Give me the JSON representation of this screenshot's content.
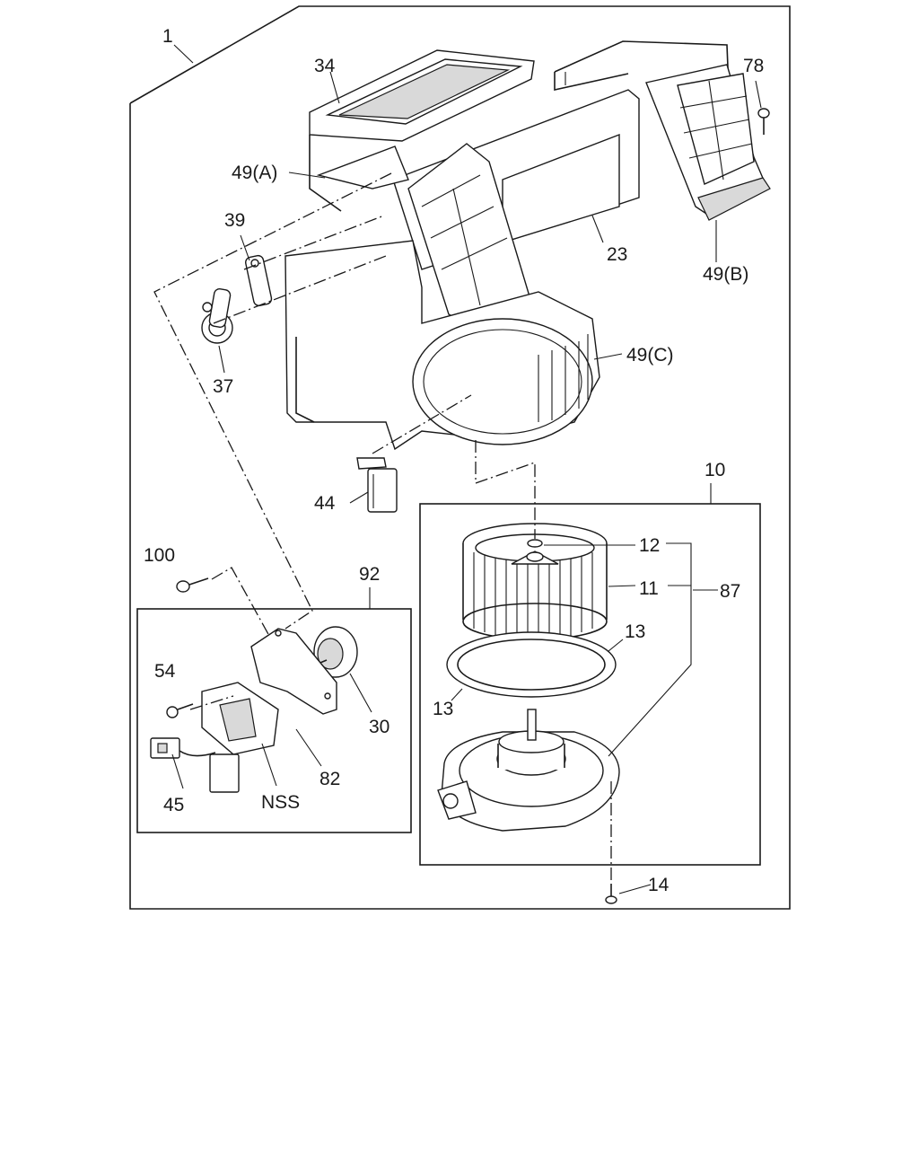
{
  "diagram": {
    "callouts": {
      "c1": "1",
      "c34": "34",
      "c78": "78",
      "c49a": "49(A)",
      "c39": "39",
      "c23": "23",
      "c49b": "49(B)",
      "c37": "37",
      "c49c": "49(C)",
      "c44": "44",
      "c10": "10",
      "c12": "12",
      "c11": "11",
      "c87": "87",
      "c100": "100",
      "c92": "92",
      "c13a": "13",
      "c13b": "13",
      "c54": "54",
      "c30": "30",
      "c82": "82",
      "c45": "45",
      "cnss": "NSS",
      "c14": "14"
    }
  }
}
